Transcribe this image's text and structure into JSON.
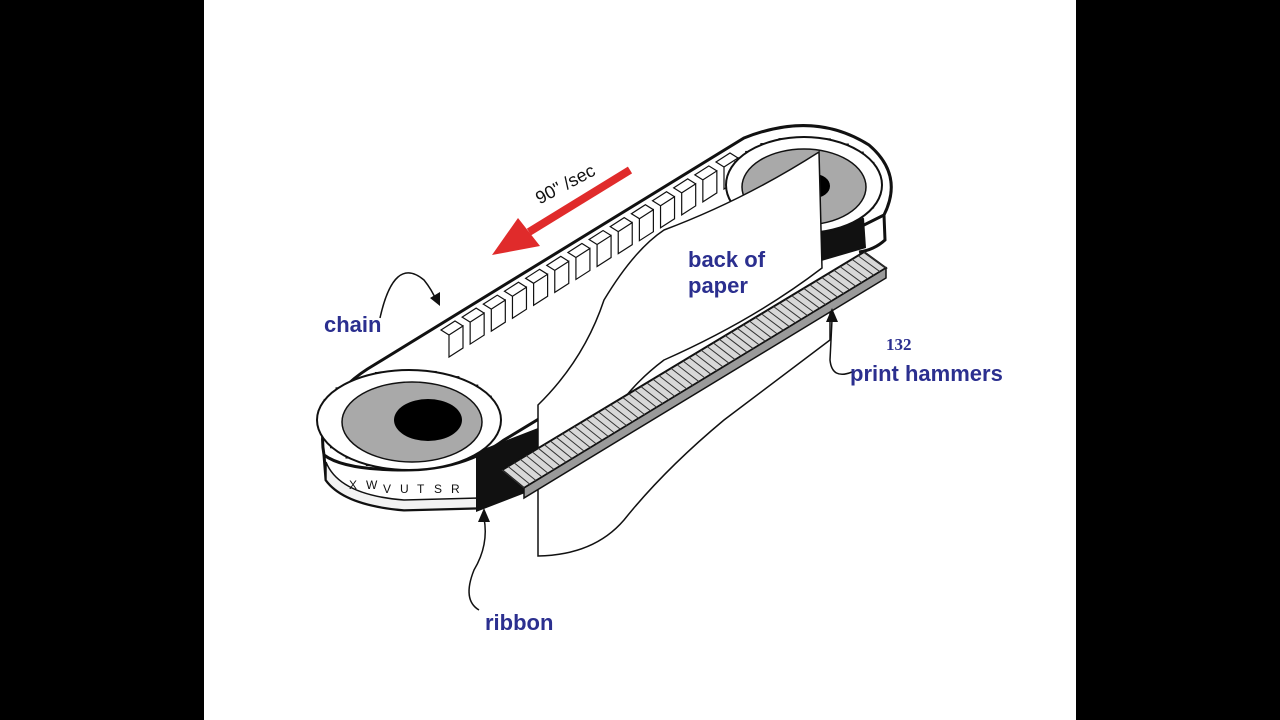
{
  "diagram": {
    "speed_label": "90\" /sec",
    "chain_label": "chain",
    "paper_label_line1": "back of",
    "paper_label_line2": "paper",
    "hammers_count": "132",
    "hammers_label": "print hammers",
    "ribbon_label": "ribbon",
    "chain_letters": [
      "X",
      "W",
      "V",
      "U",
      "T",
      "S",
      "R"
    ]
  },
  "colors": {
    "label": "#2b2f8f",
    "arrow": "#e02b2b",
    "hub": "#a9a9a9",
    "outline": "#111111",
    "background": "#000000",
    "panel": "#ffffff"
  },
  "icons": {
    "speed_arrow": "red-arrow-left-icon",
    "pointer": "curved-pointer-arrow-icon"
  }
}
